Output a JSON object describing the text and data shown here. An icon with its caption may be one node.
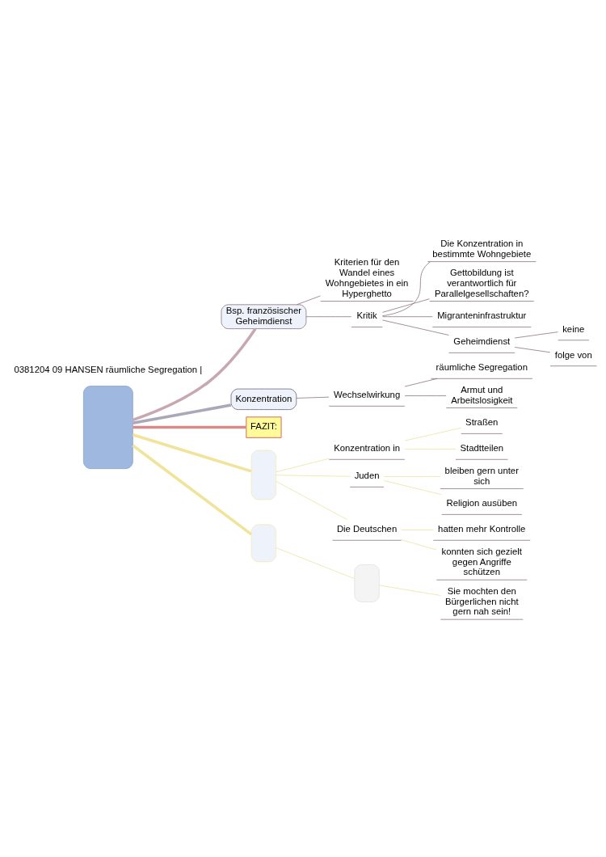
{
  "diagram": {
    "nodes": [
      {
        "text": [],
        "shape": "box"
      },
      {
        "text": [
          "Bsp. französischer Geheimdienst"
        ]
      },
      {
        "text": [
          "Kriterien für den Wandel eines Wohngebietes in ein Hyperghetto"
        ]
      },
      {
        "text": [
          "Kritik"
        ]
      },
      {
        "text": [
          "Die Konzentration in bestimmte Wohngebiete"
        ]
      },
      {
        "text": [
          "Gettobildung ist verantwortlich für Parallelgesellschaften?"
        ]
      },
      {
        "text": [
          "Migranteninfrastruktur"
        ]
      },
      {
        "text": [
          "Geheimdienst"
        ]
      },
      {
        "text": [
          "keine"
        ]
      },
      {
        "text": [
          "folge von"
        ]
      },
      {
        "text": [
          "Wechselwirkung"
        ]
      },
      {
        "text": [
          "räumliche Segregation"
        ]
      },
      {
        "text": [
          "Armut und Arbeitslosigkeit"
        ]
      },
      {
        "text": [
          "Konzentration"
        ]
      },
      {
        "text": [
          "FAZIT:"
        ]
      },
      {
        "text": [],
        "shape": "box"
      },
      {
        "text": [
          "Konzentration in"
        ]
      },
      {
        "text": [
          "Straßen"
        ]
      },
      {
        "text": [
          "Stadtteilen"
        ]
      },
      {
        "text": [
          "Juden"
        ]
      },
      {
        "text": [
          "bleiben gern unter sich"
        ]
      },
      {
        "text": [
          "Religion ausüben"
        ]
      },
      {
        "text": [
          "Die Deutschen"
        ]
      },
      {
        "text": [
          "hatten mehr Kontrolle"
        ]
      },
      {
        "text": [
          "konnten sich gezielt gegen Angriffe schützen"
        ]
      },
      {
        "text": [],
        "shape": "box"
      },
      {
        "text": [],
        "shape": "box"
      },
      {
        "text": [
          "Sie mochten den Bürgerlichen nicht gern nah sein!"
        ]
      }
    ],
    "edges": [
      {
        "from": 0,
        "to": 1,
        "arrow": "none",
        "style": "thick",
        "color": "#c8a8b0"
      },
      {
        "from": 1,
        "to": 2,
        "arrow": "none"
      },
      {
        "from": 1,
        "to": 3,
        "arrow": "none"
      },
      {
        "from": 3,
        "to": 4,
        "arrow": "none"
      },
      {
        "from": 3,
        "to": 5,
        "arrow": "none"
      },
      {
        "from": 3,
        "to": 6,
        "arrow": "none"
      },
      {
        "from": 3,
        "to": 7,
        "arrow": "none"
      },
      {
        "from": 7,
        "to": 8,
        "arrow": "none"
      },
      {
        "from": 7,
        "to": 9,
        "arrow": "none"
      },
      {
        "from": 0,
        "to": 13,
        "arrow": "none",
        "style": "thick",
        "color": "#a8a8b8"
      },
      {
        "from": 13,
        "to": 10,
        "arrow": "none"
      },
      {
        "from": 10,
        "to": 11,
        "arrow": "none"
      },
      {
        "from": 10,
        "to": 12,
        "arrow": "none"
      },
      {
        "from": 0,
        "to": 14,
        "arrow": "none",
        "style": "thick",
        "color": "#d98a88"
      },
      {
        "from": 0,
        "to": 15,
        "arrow": "none",
        "style": "thick",
        "color": "#f0e49a"
      },
      {
        "from": 15,
        "to": 16,
        "arrow": "none",
        "color": "#e8e090"
      },
      {
        "from": 16,
        "to": 17,
        "arrow": "none",
        "color": "#e8e090"
      },
      {
        "from": 16,
        "to": 18,
        "arrow": "none",
        "color": "#e8e090"
      },
      {
        "from": 15,
        "to": 19,
        "arrow": "none",
        "color": "#e8e090"
      },
      {
        "from": 19,
        "to": 20,
        "arrow": "none",
        "color": "#e8e090"
      },
      {
        "from": 19,
        "to": 21,
        "arrow": "none",
        "color": "#e8e090"
      },
      {
        "from": 15,
        "to": 22,
        "arrow": "none",
        "color": "#e8e090"
      },
      {
        "from": 22,
        "to": 23,
        "arrow": "none",
        "color": "#e8e090"
      },
      {
        "from": 22,
        "to": 24,
        "arrow": "none",
        "color": "#e8e090"
      },
      {
        "from": 0,
        "to": 25,
        "arrow": "none",
        "style": "thick",
        "color": "#f0e49a"
      },
      {
        "from": 25,
        "to": 26,
        "arrow": "none",
        "color": "#e8e090"
      },
      {
        "from": 26,
        "to": 27,
        "arrow": "none",
        "color": "#e8e090"
      }
    ],
    "labels": [
      "0381204 09 HANSEN räumliche Segregation |"
    ]
  }
}
